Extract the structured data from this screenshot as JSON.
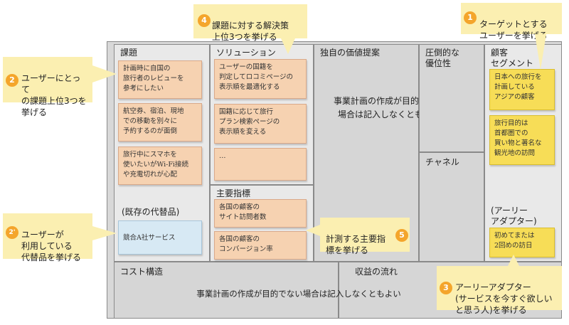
{
  "sections": {
    "problem": "課題",
    "solution": "ソリューション",
    "uvp": "独自の価値提案",
    "advantage": "圧倒的な\n優位性",
    "segments": "顧客\nセグメント",
    "channels": "チャネル",
    "metrics": "主要指標",
    "alternatives": "(既存の代替品)",
    "early_adopters": "(アーリー\nアダプター)",
    "cost": "コスト構造",
    "revenue": "収益の流れ"
  },
  "notes": {
    "problem_1": "計画時に自国の\n旅行者のレビューを\n参考にしたい",
    "problem_2": "航空券、宿泊、現地\nでの移動を別々に\n予約するのが面倒",
    "problem_3": "旅行中にスマホを\n使いたいがWi-Fi接続\nや充電切れが心配",
    "solution_1": "ユーザーの国籍を\n判定してロコミページの\n表示順を最適化する",
    "solution_2": "国籍に応じて旅行\nプラン検索ページの\n表示順を変える",
    "solution_3": "…",
    "metric_1": "各国の顧客の\nサイト訪問者数",
    "metric_2": "各国の顧客の\nコンバージョン率",
    "alternative_1": "競合A社サービス",
    "segment_1": "日本への旅行を\n計画している\nアジアの顧客",
    "segment_2": "旅行目的は\n首都圏での\n買い物と著名な\n観光地の訪問",
    "early_adopter_1": "初めてまたは\n2回めの訪日"
  },
  "placeholders": {
    "uvp": "事業計画の作成が目的でない\n場合は記入しなくともよい",
    "cost_revenue": "事業計画の作成が目的でない場合は記入しなくともよい"
  },
  "callouts": {
    "c1": {
      "num": "1",
      "text": "ターゲットとする\nユーザーを挙げる"
    },
    "c2": {
      "num": "2",
      "text": "ユーザーにとって\nの課題上位3つを\n挙げる"
    },
    "c2p": {
      "num": "2'",
      "text": "ユーザーが\n利用している\n代替品を挙げる"
    },
    "c3": {
      "num": "3",
      "text": "アーリーアダプター\n(サービスを今すぐ欲しい\nと思う人)を挙げる"
    },
    "c4": {
      "num": "4",
      "text": "課題に対する解決策\n上位3つを挙げる"
    },
    "c5": {
      "num": "5",
      "text": "計測する主要指\n標を挙げる"
    }
  },
  "colors": {
    "note_orange": "#f6d2b1",
    "note_yellow": "#f7dd57",
    "note_blue": "#d7e9f4",
    "callout_bg": "#fbefb1",
    "badge": "#f4a52b"
  }
}
